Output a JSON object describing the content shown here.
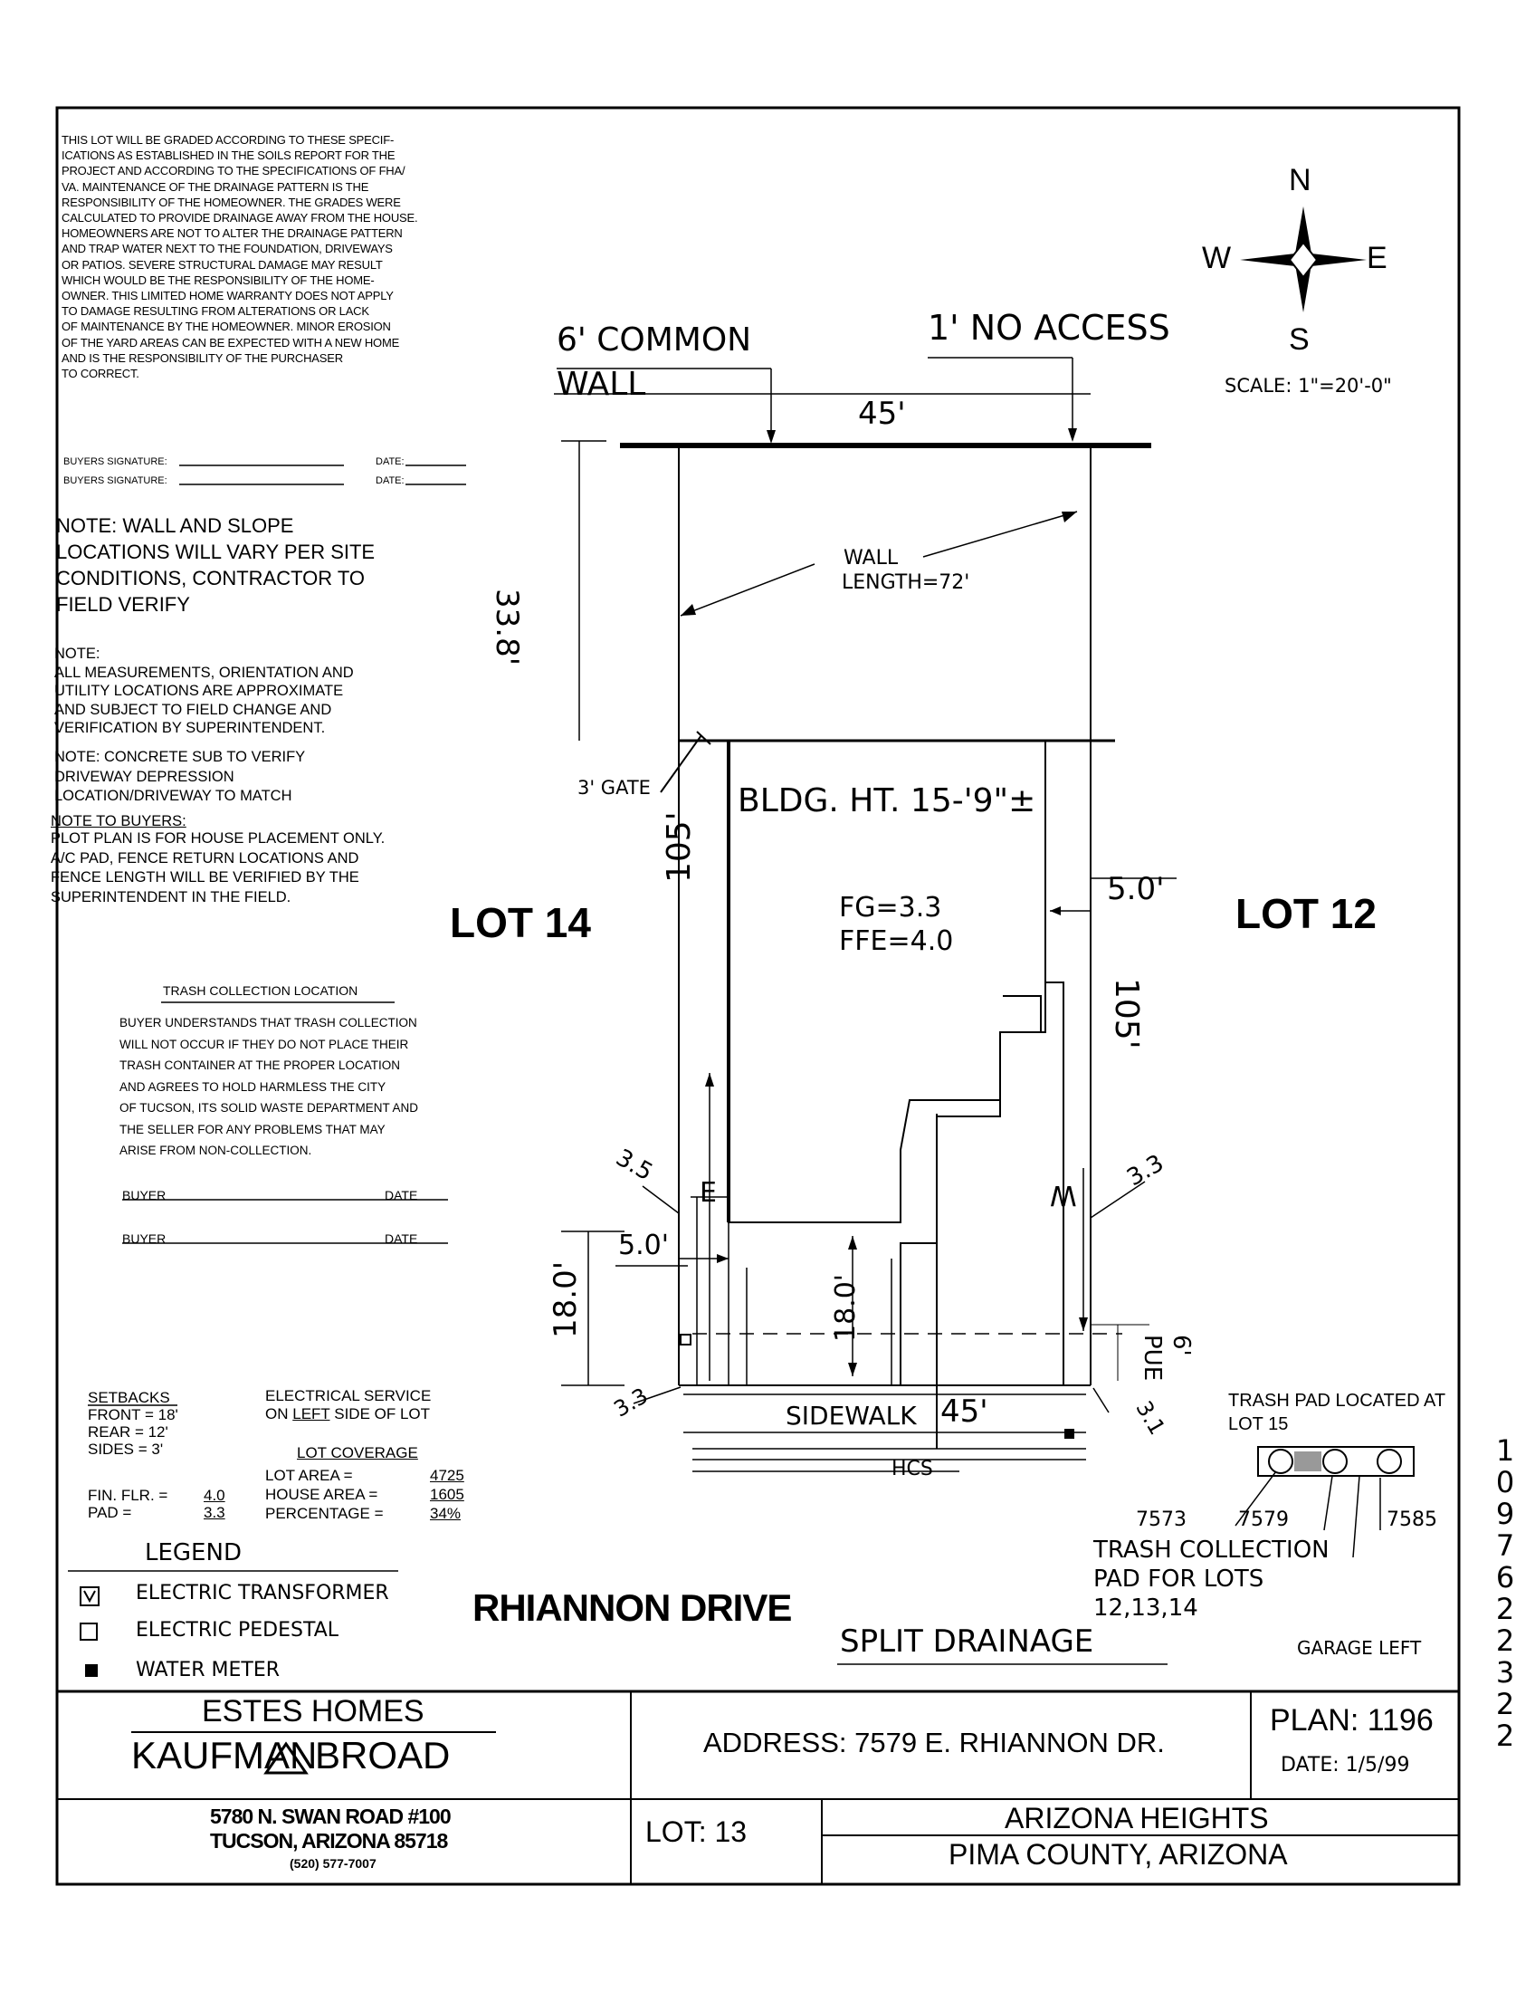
{
  "grading_note": [
    "THIS LOT WILL BE GRADED ACCORDING TO THESE SPECIF-",
    "ICATIONS AS ESTABLISHED IN THE SOILS REPORT FOR THE",
    "PROJECT AND ACCORDING TO THE SPECIFICATIONS OF FHA/",
    "VA. MAINTENANCE OF THE DRAINAGE PATTERN IS THE",
    "RESPONSIBILITY OF THE HOMEOWNER. THE GRADES WERE",
    "CALCULATED TO PROVIDE DRAINAGE AWAY FROM THE HOUSE.",
    "HOMEOWNERS ARE NOT TO ALTER THE DRAINAGE PATTERN",
    "AND TRAP WATER NEXT TO THE FOUNDATION, DRIVEWAYS",
    "OR PATIOS. SEVERE STRUCTURAL DAMAGE MAY RESULT",
    "WHICH WOULD BE THE RESPONSIBILITY OF THE HOME-",
    "OWNER. THIS LIMITED HOME WARRANTY DOES NOT APPLY",
    "TO DAMAGE RESULTING FROM ALTERATIONS OR LACK",
    "OF MAINTENANCE BY THE HOMEOWNER. MINOR EROSION",
    "OF THE YARD AREAS CAN BE EXPECTED WITH A NEW HOME",
    "AND IS THE RESPONSIBILITY OF THE PURCHASER",
    "TO CORRECT."
  ],
  "signatures": {
    "buyer1": "BUYERS SIGNATURE:",
    "buyer2": "BUYERS SIGNATURE:",
    "date": "DATE:"
  },
  "note_wall": [
    "NOTE:  WALL AND SLOPE",
    "LOCATIONS WILL VARY PER SITE",
    "CONDITIONS, CONTRACTOR TO",
    "FIELD VERIFY"
  ],
  "note_measure": [
    "NOTE:",
    "ALL MEASUREMENTS, ORIENTATION AND",
    "UTILITY LOCATIONS ARE APPROXIMATE",
    "AND SUBJECT TO FIELD CHANGE AND",
    "VERIFICATION BY SUPERINTENDENT."
  ],
  "note_concrete": [
    "NOTE: CONCRETE SUB TO VERIFY",
    "DRIVEWAY DEPRESSION",
    "LOCATION/DRIVEWAY TO MATCH"
  ],
  "note_buyers_title": "NOTE TO BUYERS:",
  "note_buyers": [
    "PLOT PLAN IS FOR HOUSE PLACEMENT ONLY.",
    "A/C PAD, FENCE RETURN LOCATIONS AND",
    "FENCE LENGTH WILL BE VERIFIED BY THE",
    "SUPERINTENDENT IN THE FIELD."
  ],
  "trash": {
    "title": "TRASH COLLECTION LOCATION",
    "lines": [
      "BUYER UNDERSTANDS THAT TRASH COLLECTION",
      "WILL NOT OCCUR IF THEY DO NOT PLACE THEIR",
      "TRASH CONTAINER AT THE PROPER LOCATION",
      "AND AGREES TO HOLD HARMLESS THE CITY",
      "OF TUCSON, ITS SOLID WASTE DEPARTMENT AND",
      "THE SELLER FOR ANY PROBLEMS THAT MAY",
      "ARISE FROM NON-COLLECTION."
    ],
    "buyer": "BUYER",
    "date": "DATE"
  },
  "setbacks": {
    "title": "SETBACKS",
    "front": "FRONT = 18'",
    "rear": "REAR = 12'",
    "sides": "SIDES = 3'",
    "fin_flr_label": "FIN. FLR. =",
    "fin_flr": "4.0",
    "pad_label": "PAD =",
    "pad": "3.3"
  },
  "electrical": [
    "ELECTRICAL SERVICE",
    "ON",
    "LEFT",
    "SIDE OF LOT"
  ],
  "coverage": {
    "title": "LOT COVERAGE",
    "lot_area_label": "LOT AREA =",
    "lot_area": "4725",
    "house_area_label": "HOUSE AREA =",
    "house_area": "1605",
    "percentage_label": "PERCENTAGE =",
    "percentage": "34%"
  },
  "legend": {
    "title": "LEGEND",
    "items": [
      "ELECTRIC TRANSFORMER",
      "ELECTRIC PEDESTAL",
      "WATER METER"
    ]
  },
  "compass": {
    "n": "N",
    "s": "S",
    "e": "E",
    "w": "W",
    "scale": "SCALE: 1\"=20'-0\""
  },
  "plan": {
    "common_wall_1": "6' COMMON",
    "common_wall_2": "WALL",
    "no_access": "1' NO ACCESS",
    "width_top": "45'",
    "depth_rear": "33.8'",
    "wall_length_1": "WALL",
    "wall_length_2": "LENGTH=72'",
    "gate": "3' GATE",
    "bldg_ht": "BLDG. HT. 15-'9\"±",
    "fg": "FG=3.3",
    "ffe": "FFE=4.0",
    "side_setback_right": "5.0'",
    "lot_left": "LOT 14",
    "lot_right": "LOT 12",
    "depth_left": "105'",
    "depth_right": "105'",
    "grade_left": "3.5",
    "grade_right": "3.3",
    "e_mark": "E",
    "w_mark": "W",
    "side_setback_left": "5.0'",
    "front_left": "18.0'",
    "front_mid": "18.0'",
    "pue": "PUE",
    "pue_width": "6'",
    "grade_corner_left": "3.3",
    "grade_corner_right": "3.1",
    "sidewalk": "SIDEWALK",
    "width_bottom": "45'",
    "hcs": "HCS"
  },
  "trash_pad": {
    "label_1": "TRASH PAD LOCATED AT",
    "label_2": "LOT 15",
    "addr_1": "7573",
    "addr_2": "7579",
    "addr_3": "7585",
    "caption_1": "TRASH COLLECTION",
    "caption_2": "PAD FOR LOTS",
    "caption_3": "12,13,14"
  },
  "street": "RHIANNON DRIVE",
  "split_drainage": "SPLIT DRAINAGE",
  "garage": "GARAGE LEFT",
  "title_block": {
    "company_1": "ESTES HOMES",
    "company_2a": "KAUFMAN",
    "company_2b": "BROAD",
    "address_line_1": "5780 N. SWAN ROAD #100",
    "address_line_2": "TUCSON, ARIZONA 85718",
    "phone": "(520) 577-7007",
    "address": "ADDRESS: 7579 E. RHIANNON DR.",
    "plan": "PLAN: 1196",
    "date": "DATE: 1/5/99",
    "lot": "LOT:  13",
    "subdivision": "ARIZONA HEIGHTS",
    "county": "PIMA COUNTY,  ARIZONA"
  },
  "doc_number": "1097622322"
}
